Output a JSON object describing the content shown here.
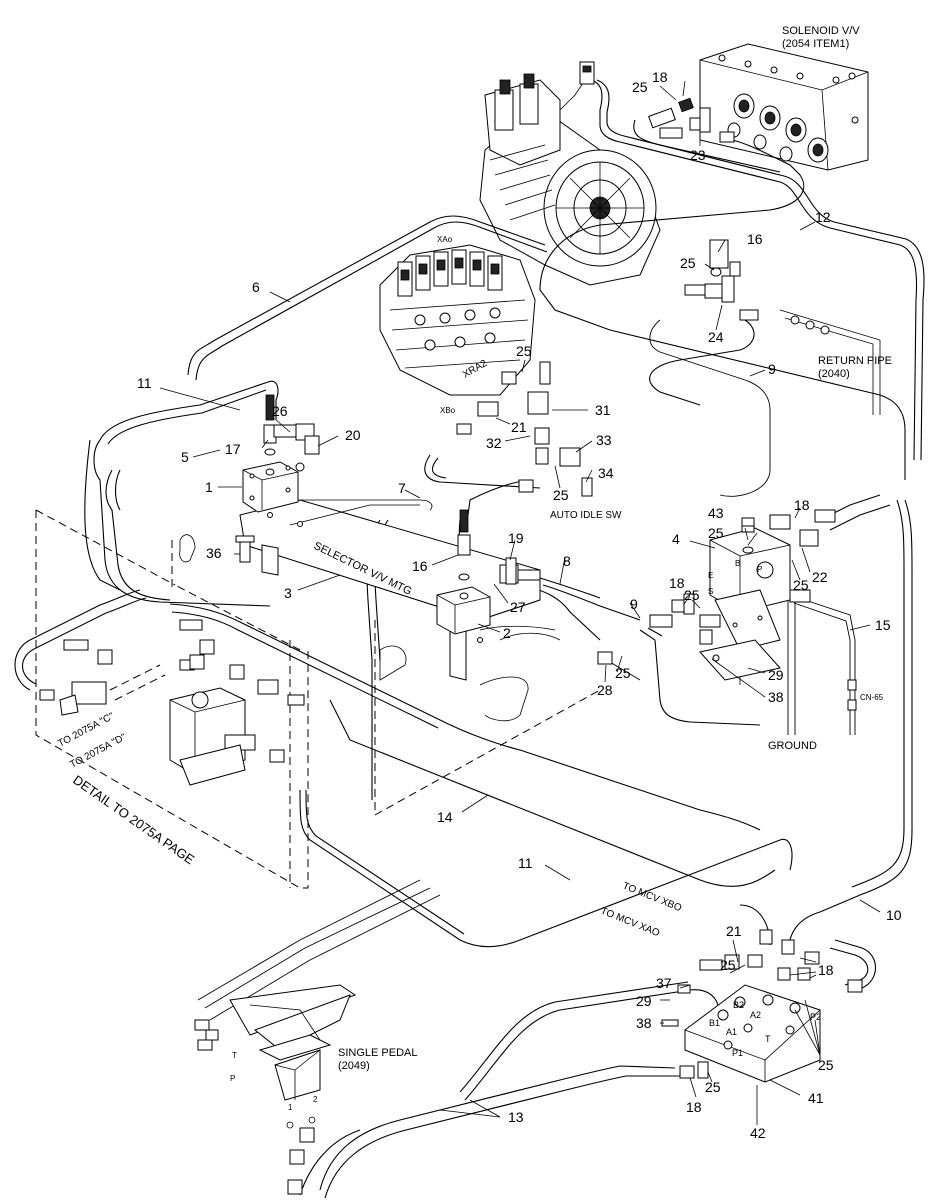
{
  "labels": {
    "solenoid_line1": "SOLENOID V/V",
    "solenoid_line2": "(2054 ITEM1)",
    "return_pipe_line1": "RETURN PIPE",
    "return_pipe_line2": "(2040)",
    "xao": "XAo",
    "xbo": "XBo",
    "xra2": "XRA2",
    "selector_mtg": "SELECTOR V/V MTG",
    "auto_idle_sw": "AUTO IDLE SW",
    "to_2075a_c": "TO 2075A \"C\"",
    "to_2075a_d": "TO 2075A \"D\"",
    "detail_note": "DETAIL TO 2075A PAGE",
    "ground": "GROUND",
    "cn65": "CN-65",
    "to_mcv_xbo": "TO MCV XBO",
    "to_mcv_xao": "TO MCV XAO",
    "single_pedal_line1": "SINGLE PEDAL",
    "single_pedal_line2": "(2049)",
    "port_b": "B",
    "port_p": "P",
    "port_e": "E",
    "port_s": "S",
    "port_b1": "B1",
    "port_b2": "B2",
    "port_a1": "A1",
    "port_a2": "A2",
    "port_p1": "P1",
    "port_p2": "P2",
    "port_t": "T",
    "ped_t": "T",
    "ped_p": "P",
    "ped_1": "1",
    "ped_2": "2"
  },
  "callouts": {
    "n18a": "18",
    "n25a": "25",
    "n23": "23",
    "n12": "12",
    "n16a": "16",
    "n25b": "25",
    "n24": "24",
    "n9a": "9",
    "n6": "6",
    "n25c": "25",
    "n11a": "11",
    "n26": "26",
    "n20": "20",
    "n17": "17",
    "n5": "5",
    "n21a": "21",
    "n31": "31",
    "n32": "32",
    "n33": "33",
    "n34": "34",
    "n25d": "25",
    "n1": "1",
    "n7": "7",
    "n43": "43",
    "n25e": "25",
    "n18b": "18",
    "n4": "4",
    "n22": "22",
    "n25f": "25",
    "n36": "36",
    "n16b": "16",
    "n19": "19",
    "n8": "8",
    "n3": "3",
    "n27": "27",
    "n18c": "18",
    "n25g": "25",
    "n9b": "9",
    "n15": "15",
    "n2": "2",
    "n28": "28",
    "n25h": "25",
    "n29a": "29",
    "n38a": "38",
    "n14": "14",
    "n11b": "11",
    "n10": "10",
    "n21b": "21",
    "n25i": "25",
    "n18d": "18",
    "n37": "37",
    "n29b": "29",
    "n38b": "38",
    "n25j": "25",
    "n41": "41",
    "n25k": "25",
    "n18e": "18",
    "n42": "42",
    "n13": "13"
  }
}
